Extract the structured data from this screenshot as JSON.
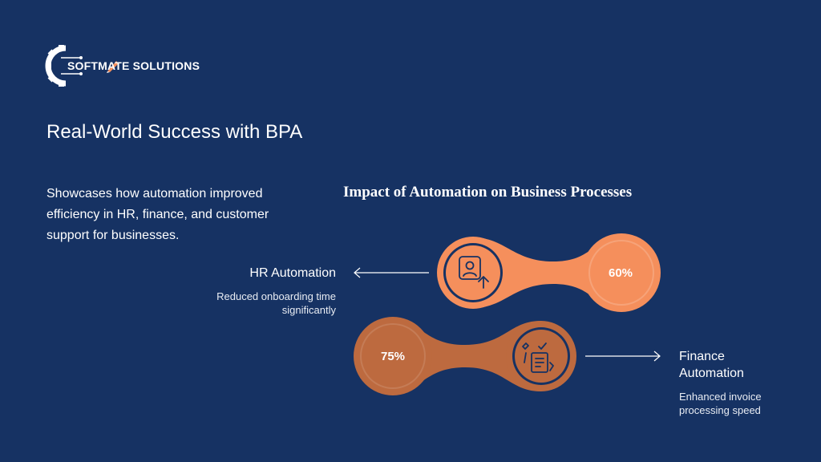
{
  "logo": {
    "text": "SOFTMATE SOLUTIONS"
  },
  "slide": {
    "title": "Real-World Success with BPA",
    "description": "Showcases how automation improved efficiency in HR, finance, and customer support for businesses."
  },
  "diagram": {
    "title": "Impact of Automation on Business Processes",
    "items": [
      {
        "heading": "HR Automation",
        "description": "Reduced onboarding time significantly",
        "percent": "60%",
        "icon": "user-upload-icon",
        "color": "#F58F5C"
      },
      {
        "heading": "Finance Automation",
        "description": "Enhanced invoice processing speed",
        "percent": "75%",
        "icon": "invoice-checklist-icon",
        "color": "#BD6A3F"
      }
    ]
  },
  "colors": {
    "background": "#163263",
    "hr_fill": "#F58F5C",
    "finance_fill": "#BD6A3F",
    "circle_inner": "#163263"
  }
}
